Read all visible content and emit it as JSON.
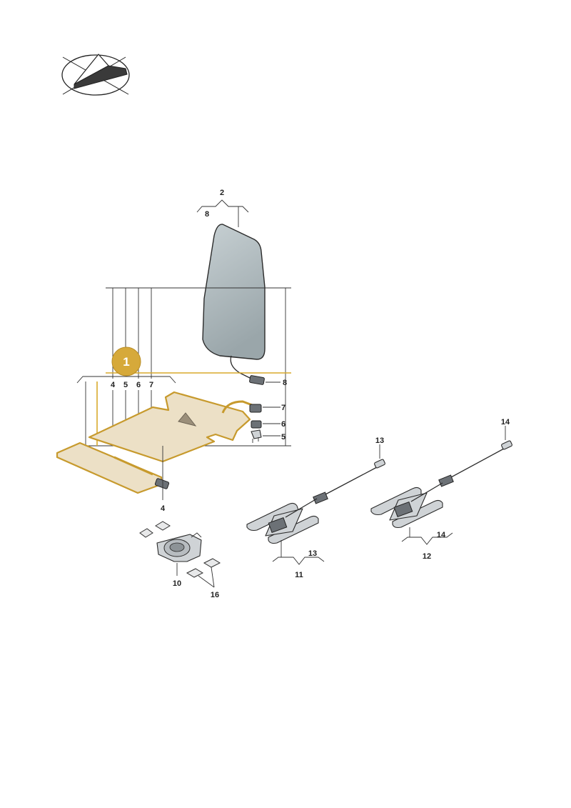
{
  "badge": {
    "label": "1",
    "color": "#d6a93a"
  },
  "colors": {
    "highlight": "#d8aa2c",
    "mat_fill": "#ece0c6",
    "backrest_fill": "#b8c2c6"
  },
  "icon": "paper-plane-orientation-icon",
  "callouts": {
    "backrest_group": "2",
    "backrest_group_sub": "8",
    "top_row": [
      "4",
      "5",
      "6",
      "7"
    ],
    "connector_8": "8",
    "connector_7": "7",
    "connector_6": "6",
    "connector_5": "5",
    "mat_connector": "4",
    "sensor_11_top": "13",
    "sensor_11_sub": "13",
    "sensor_11_group": "11",
    "sensor_12_top": "14",
    "sensor_12_sub": "14",
    "sensor_12_group": "12",
    "control_unit": "10",
    "pads": "16"
  }
}
